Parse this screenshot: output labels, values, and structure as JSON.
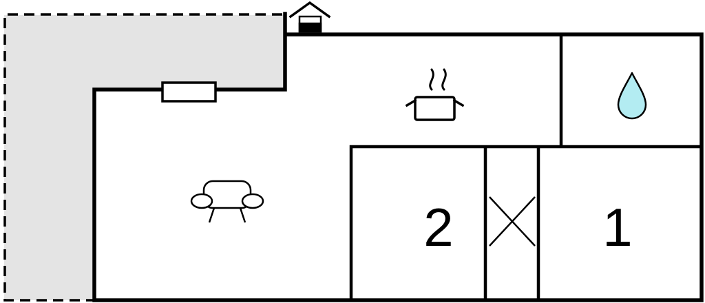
{
  "floorplan": {
    "type": "vacation-house-floor-plan",
    "rooms": {
      "bedroom_1": {
        "label": "1"
      },
      "bedroom_2": {
        "label": "2"
      }
    },
    "areas": {
      "terrace": "terrace-area",
      "living_room": "living-room-area",
      "kitchen": "kitchen-area",
      "bathroom": "bathroom-area",
      "closet": "crossed-closet-area"
    },
    "icons": {
      "house": "house-icon",
      "window": "window-symbol",
      "cooking_pot": "cooking-pot-steam-icon",
      "water_drop": "water-drop-icon",
      "sofa": "sofa-icon",
      "cross": "cross-symbol"
    },
    "colors": {
      "background": "#ffffff",
      "walls": "#000000",
      "terrace_fill": "#e4e4e4",
      "water_drop_fill": "#b3ecf2"
    }
  }
}
